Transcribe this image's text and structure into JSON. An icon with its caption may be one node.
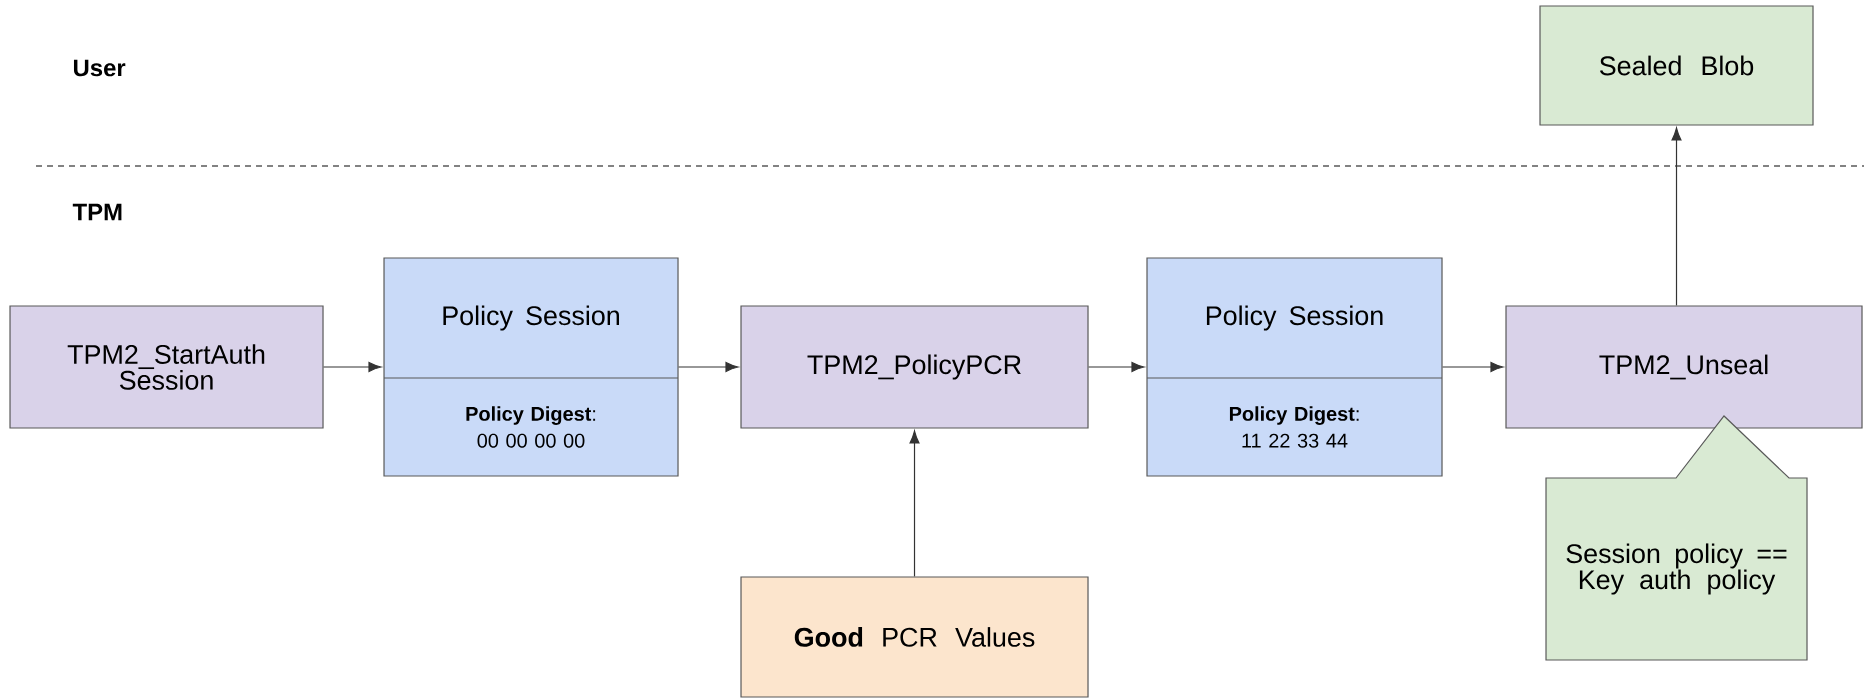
{
  "diagram": {
    "nodes": [
      {
        "text": [
          "TPM2_StartAuth Session"
        ]
      },
      {
        "text": [
          "Policy Session",
          "**Policy Digest**: 00 00 00 00"
        ]
      },
      {
        "text": [
          "TPM2_PolicyPCR"
        ]
      },
      {
        "text": [
          "Policy Session",
          "**Policy Digest**: 11 22 33 44"
        ]
      },
      {
        "text": [
          "TPM2_Unseal"
        ]
      },
      {
        "text": [
          "Sealed Blob"
        ]
      },
      {
        "text": [
          "**Good** PCR Values"
        ]
      },
      {
        "text": [
          "Session policy == Key auth policy"
        ]
      }
    ],
    "edges": [
      {
        "from": 0,
        "to": 1,
        "arrow": "to"
      },
      {
        "from": 1,
        "to": 2,
        "arrow": "to"
      },
      {
        "from": 2,
        "to": 3,
        "arrow": "to"
      },
      {
        "from": 3,
        "to": 4,
        "arrow": "to"
      },
      {
        "from": 6,
        "to": 2,
        "arrow": "to"
      },
      {
        "from": 4,
        "to": 5,
        "arrow": "to"
      }
    ],
    "labels": [
      "User",
      "TPM"
    ]
  }
}
